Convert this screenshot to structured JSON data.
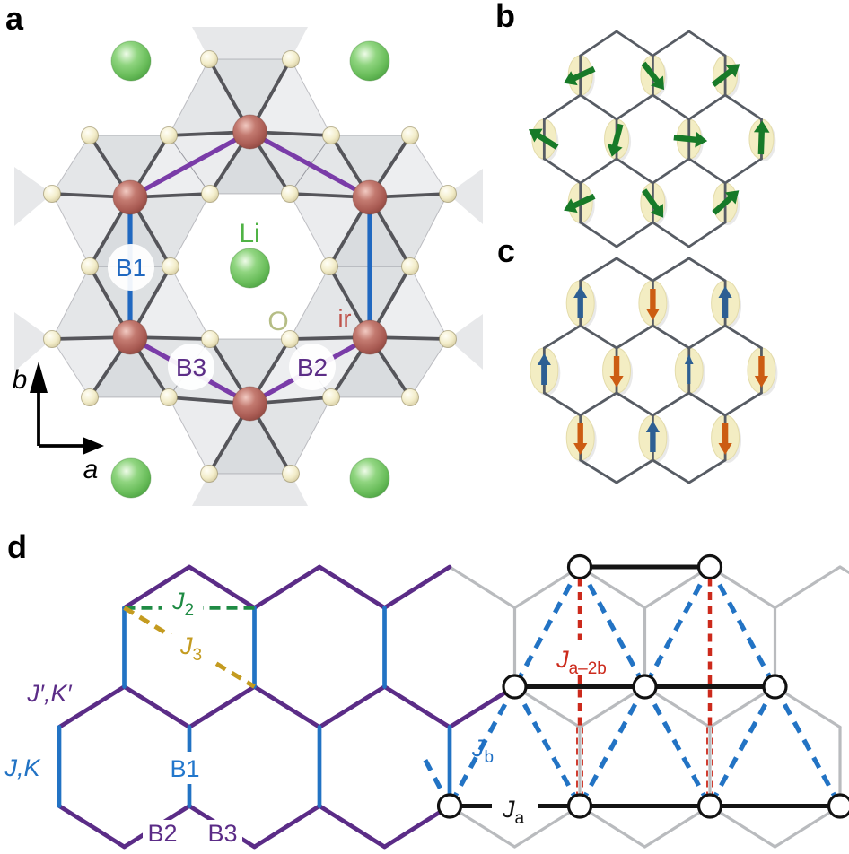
{
  "figure": {
    "description": "Crystal structure, spin patterns and exchange-coupling lattice diagrams"
  },
  "panel_a": {
    "letter": "a",
    "atom_labels": {
      "li": "Li",
      "o": "O",
      "ir": "ir"
    },
    "bond_labels": {
      "b1": "B1",
      "b2": "B2",
      "b3": "B3"
    },
    "axis_labels": {
      "x": "a",
      "y": "b"
    },
    "colors": {
      "li_sphere": "#77c468",
      "ir_sphere": "#b4655e",
      "o_sphere": "#f1ebc8",
      "bond": "#55555a",
      "blue_bond": "#2068c0",
      "purple_bond": "#7a3ca8",
      "li_text": "#4fb345",
      "ir_text": "#bf5149",
      "o_text": "#b5bd85",
      "b1_text": "#2068c0",
      "b23_text": "#5c2d87",
      "polyhedra": "#9097a0",
      "axis": "#000000"
    }
  },
  "panel_b": {
    "letter": "b",
    "colors": {
      "lattice": "#575c64",
      "ellipse": "#f3edc3",
      "arrow": "#177a28"
    },
    "spin_angles_deg": [
      [
        155,
        52,
        -38
      ],
      [
        212,
        105,
        6,
        272
      ],
      [
        155,
        55,
        -42
      ]
    ]
  },
  "panel_c": {
    "letter": "c",
    "colors": {
      "lattice": "#575c64",
      "ellipse": "#f3edc3",
      "up": "#2d5f93",
      "down": "#cc5c12"
    },
    "spins": [
      [
        "up",
        "down",
        "up"
      ],
      [
        "up",
        "down",
        "up_thin",
        "down"
      ],
      [
        "down",
        "up",
        "down"
      ]
    ]
  },
  "panel_d": {
    "letter": "d",
    "colors": {
      "purple": "#5b2c87",
      "blue": "#2273c4",
      "gray": "#b9bbbe",
      "black": "#141414",
      "green": "#1f8b44",
      "gold": "#c49b20",
      "red": "#cc2a1c"
    },
    "labels": {
      "j2": {
        "text": "J",
        "sub": "2",
        "color": "#1f8b44"
      },
      "j3": {
        "text": "J",
        "sub": "3",
        "color": "#c49b20"
      },
      "jprime_kprime": {
        "text": "J′,K′",
        "color": "#5b2c87"
      },
      "jk": {
        "text": "J,K",
        "color": "#2273c4"
      },
      "b1": {
        "text": "B1",
        "color": "#2277cc"
      },
      "b2": {
        "text": "B2",
        "color": "#5b2c87"
      },
      "b3": {
        "text": "B3",
        "color": "#5b2c87"
      },
      "jb": {
        "text": "J",
        "sub": "b",
        "color": "#1e6fc4"
      },
      "ja": {
        "text": "J",
        "sub": "a",
        "color": "#141414"
      },
      "ja_2b": {
        "text": "J",
        "sub": "a–2b",
        "color": "#cc2a1c"
      }
    }
  }
}
